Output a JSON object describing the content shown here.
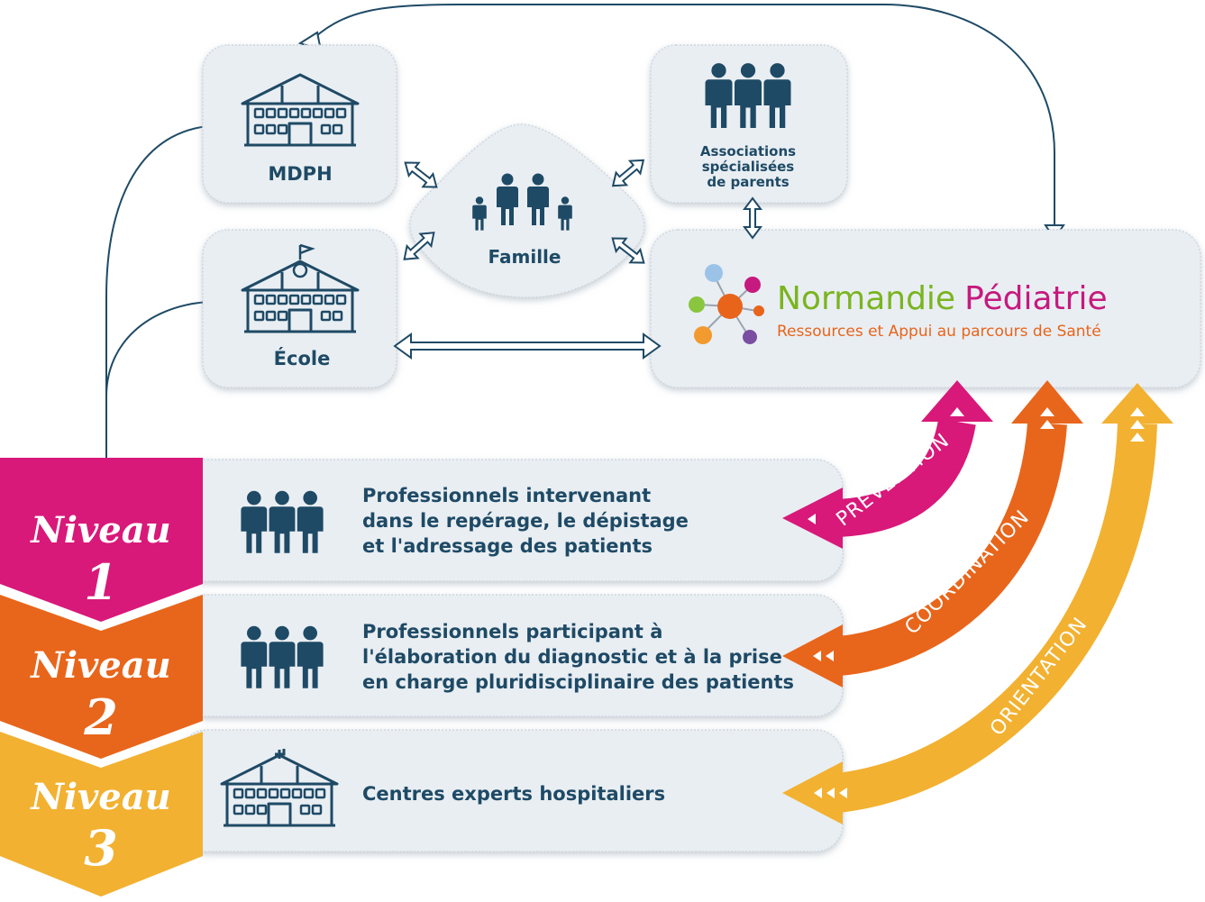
{
  "nodes": {
    "mdph": "MDPH",
    "ecole": "École",
    "famille": "Famille",
    "associations": [
      "Associations",
      "spécialisées",
      "de parents"
    ]
  },
  "brand": {
    "name_part1": "Normandie",
    "name_part2": "Pédiatrie",
    "tagline": "Ressources et Appui au parcours de Santé",
    "colors": {
      "green": "#7ab41e",
      "magenta": "#c61a7f",
      "orange": "#e8641b"
    }
  },
  "levels": [
    {
      "word": "Niveau",
      "number": "1",
      "color": "#d8197a",
      "lines": [
        "Professionnels intervenant",
        "dans le repérage, le dépistage",
        "et l'adressage des patients"
      ]
    },
    {
      "word": "Niveau",
      "number": "2",
      "color": "#e8661c",
      "lines": [
        "Professionnels participant à",
        "l'élaboration du diagnostic et à la prise",
        "en charge pluridisciplinaire des patients"
      ]
    },
    {
      "word": "Niveau",
      "number": "3",
      "color": "#f2b130",
      "lines": [
        "Centres experts hospitaliers"
      ]
    }
  ],
  "arcs": [
    {
      "label": "PRÉVENTION",
      "color": "#d8197a"
    },
    {
      "label": "COORDINATION",
      "color": "#e8661c"
    },
    {
      "label": "ORIENTATION",
      "color": "#f2b130"
    }
  ],
  "icons": [
    "school-icon",
    "school-clock-icon",
    "family-icon",
    "people-group-icon",
    "hospital-icon",
    "network-logo-icon"
  ]
}
